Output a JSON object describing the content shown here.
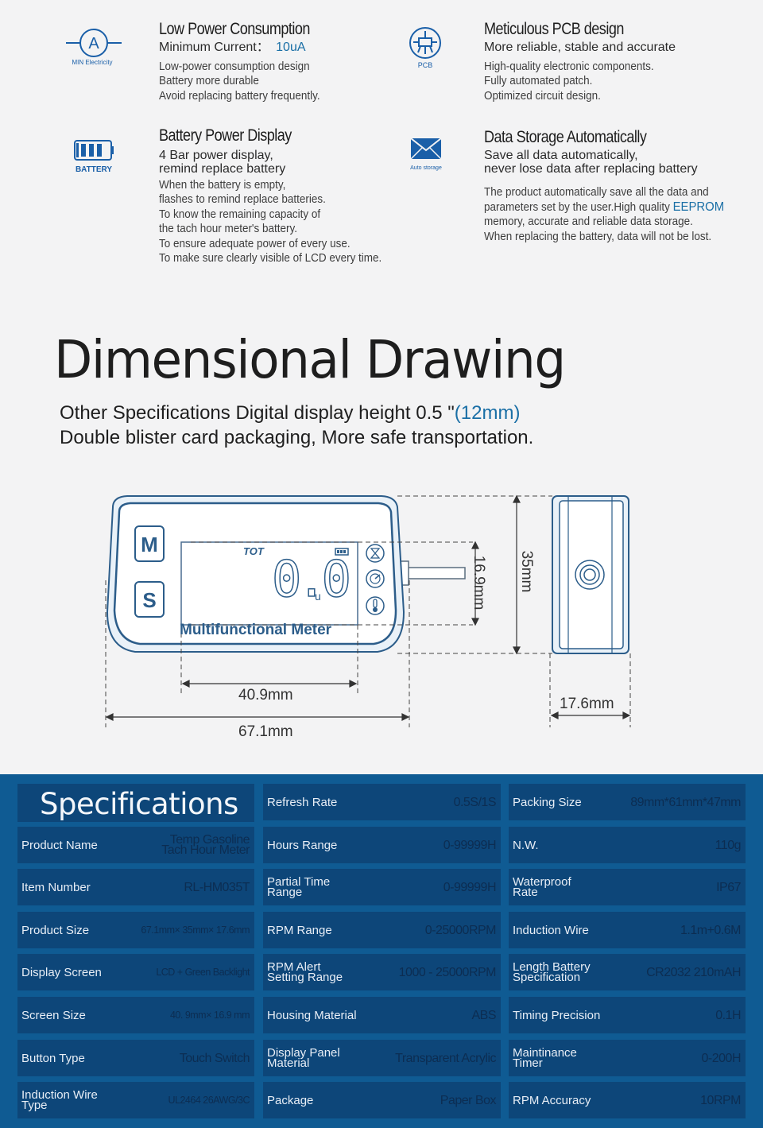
{
  "features": {
    "low_power": {
      "icon_caption": "MIN Electricity",
      "title": "Low Power Consumption",
      "sub_prefix": "Minimum Current：",
      "sub_value": "10uA",
      "body": [
        "Low-power consumption design",
        "Battery more durable",
        "Avoid replacing battery frequently."
      ]
    },
    "pcb": {
      "icon_caption": "PCB",
      "title": "Meticulous PCB design",
      "sub": "More reliable, stable and accurate",
      "body": [
        "High-quality electronic components.",
        "Fully automated patch.",
        "Optimized circuit design."
      ]
    },
    "battery": {
      "icon_caption": "BATTERY",
      "title": "Battery Power Display",
      "sub": [
        "4 Bar power display,",
        "remind replace battery"
      ],
      "body": [
        "When the battery is empty,",
        "flashes to remind replace batteries.",
        "To know the remaining capacity of",
        "the tach hour meter's battery.",
        "To ensure adequate power of every use.",
        "To make sure clearly visible of LCD every time."
      ]
    },
    "storage": {
      "icon_caption": "Auto storage",
      "title": "Data Storage Automatically",
      "sub": [
        "Save all data automatically,",
        "never lose data after replacing battery"
      ],
      "body_1": "The product automatically save all the data and",
      "body_2_prefix": "parameters set by the user.High quality ",
      "body_2_highlight": "EEPROM",
      "body_3": "memory, accurate and reliable data storage.",
      "body_4": "When replacing the battery, data will not be lost."
    }
  },
  "dimensional": {
    "title": "Dimensional Drawing",
    "line1_prefix": "Other Specifications Digital display height 0.5 \"",
    "line1_highlight": "(12mm)",
    "line2": "Double blister card packaging, More safe transportation.",
    "device": {
      "btn_m": "M",
      "btn_s": "S",
      "tot": "TOT",
      "digits": "0.0",
      "unit": "u",
      "device_label": "Multifunctional Meter"
    },
    "dims": {
      "height_display": "16.9mm",
      "height_total": "35mm",
      "width_display": "40.9mm",
      "width_total": "67.1mm",
      "depth": "17.6mm"
    }
  },
  "specs": {
    "title": "Specifications",
    "col1": [
      {
        "label": "Product Name",
        "value": "Temp Gasoline\nTach Hour Meter"
      },
      {
        "label": "Item Number",
        "value": "RL-HM035T"
      },
      {
        "label": "Product Size",
        "value": "67.1mm× 35mm× 17.6mm"
      },
      {
        "label": "Display Screen",
        "value": "LCD + Green Backlight"
      },
      {
        "label": "Screen Size",
        "value": "40. 9mm× 16.9 mm"
      },
      {
        "label": "Button Type",
        "value": "Touch Switch"
      },
      {
        "label": "Induction Wire\nType",
        "value": "UL2464 26AWG/3C"
      }
    ],
    "col2": [
      {
        "label": "Refresh Rate",
        "value": "0.5S/1S"
      },
      {
        "label": "Hours Range",
        "value": "0-99999H"
      },
      {
        "label": "Partial Time\nRange",
        "value": "0-99999H"
      },
      {
        "label": "RPM Range",
        "value": "0-25000RPM"
      },
      {
        "label": "RPM Alert\nSetting Range",
        "value": "1000 - 25000RPM"
      },
      {
        "label": "Housing Material",
        "value": "ABS"
      },
      {
        "label": "Display Panel\nMaterial",
        "value": "Transparent Acrylic"
      },
      {
        "label": "Package",
        "value": "Paper Box"
      }
    ],
    "col3": [
      {
        "label": "Packing Size",
        "value": "89mm*61mm*47mm"
      },
      {
        "label": "N.W.",
        "value": "110g"
      },
      {
        "label": "Waterproof\nRate",
        "value": "IP67"
      },
      {
        "label": "Induction Wire",
        "value": "1.1m+0.6M"
      },
      {
        "label": "Length  Battery\nSpecification",
        "value": "CR2032 210mAH"
      },
      {
        "label": "Timing  Precision",
        "value": "0.1H"
      },
      {
        "label": "Maintinance\nTimer",
        "value": "0-200H"
      },
      {
        "label": "RPM  Accuracy",
        "value": "10RPM"
      }
    ]
  }
}
